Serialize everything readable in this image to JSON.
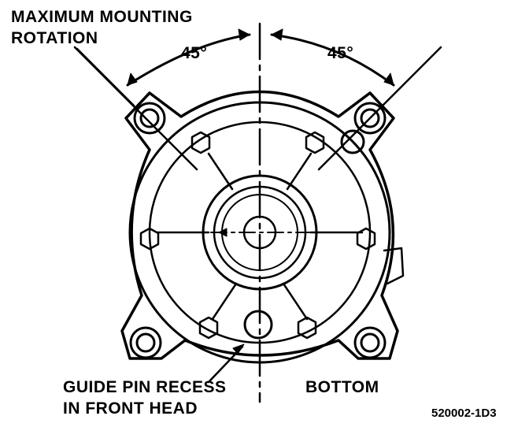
{
  "labels": {
    "rotation_line1": "MAXIMUM MOUNTING",
    "rotation_line2": "ROTATION",
    "angle_left": "45°",
    "angle_right": "45°",
    "guide_line1": "GUIDE PIN RECESS",
    "guide_line2": "IN FRONT HEAD",
    "bottom": "BOTTOM",
    "figure_id": "520002-1D3"
  }
}
